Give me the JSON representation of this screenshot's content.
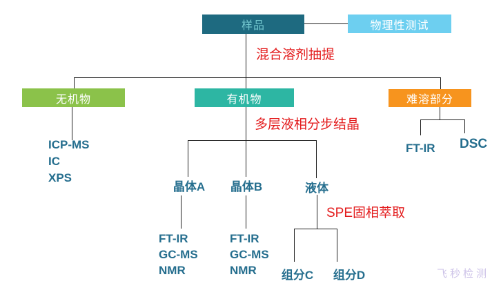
{
  "nodes": {
    "sample": "样品",
    "physical_test": "物理性测试",
    "inorganic": "无机物",
    "organic": "有机物",
    "insoluble": "难溶部分",
    "crystal_a": "晶体A",
    "crystal_b": "晶体B",
    "liquid": "液体",
    "fraction_c": "组分C",
    "fraction_d": "组分D"
  },
  "process_annotations": {
    "extraction": "混合溶剂抽提",
    "crystallization": "多层液相分步结晶",
    "spe": "SPE固相萃取"
  },
  "analysis_methods": {
    "inorganic": [
      "ICP-MS",
      "IC",
      "XPS"
    ],
    "crystal_a": [
      "FT-IR",
      "GC-MS",
      "NMR"
    ],
    "crystal_b": [
      "FT-IR",
      "GC-MS",
      "NMR"
    ],
    "insoluble": [
      "FT-IR",
      "DSC"
    ]
  },
  "watermark": "飞秒检测",
  "colors": {
    "box-sample-bg": "#1e6a80",
    "box-sample-text": "#72c6ce",
    "box-physical-bg": "#6dcff0",
    "box-inorganic-bg": "#8bc24a",
    "box-organic-bg": "#2db6a3",
    "box-insoluble-bg": "#f7941e",
    "box-text": "#ffffff",
    "annotation-red": "#e31b1c",
    "label-teal": "#256e8e",
    "line": "#1f1f1f",
    "watermark": "#cdc3e8"
  }
}
